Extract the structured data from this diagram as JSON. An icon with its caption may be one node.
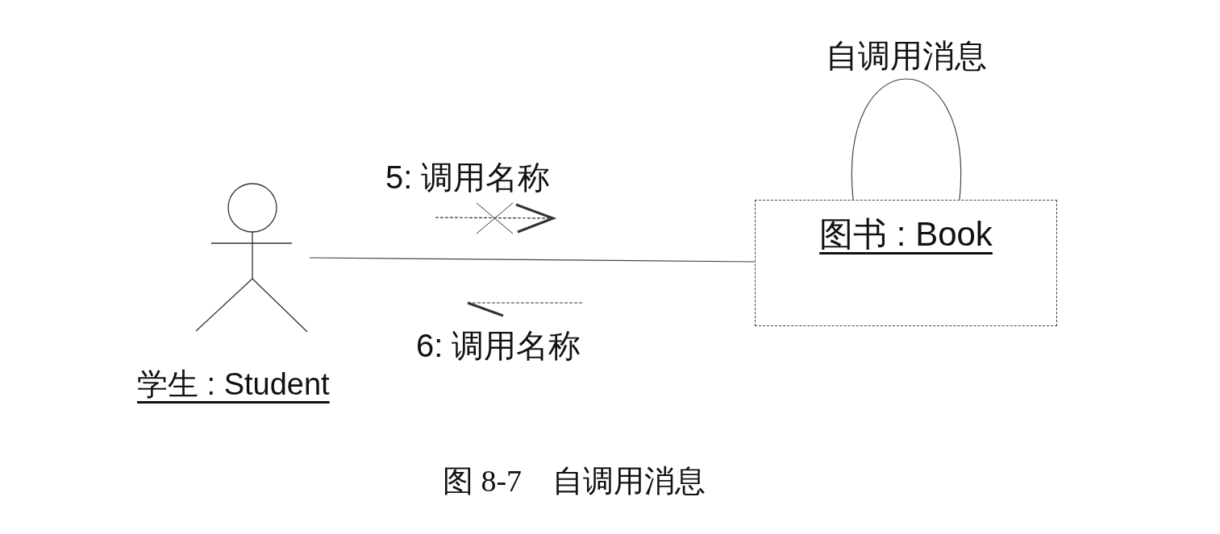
{
  "diagram": {
    "caption": "图 8-7　自调用消息",
    "nodes": [
      {
        "text": [],
        "shape": "person",
        "beside": [
          "学生 : Student"
        ]
      },
      {
        "text": [
          "图书 : Book"
        ]
      }
    ],
    "edges": [
      {
        "from": 0,
        "to": 1,
        "arrow": "none"
      },
      {
        "from": 1,
        "to": 1,
        "arrow": "none",
        "label": "自调用消息"
      }
    ],
    "labels": [
      "5: 调用名称",
      "6: 调用名称"
    ]
  }
}
